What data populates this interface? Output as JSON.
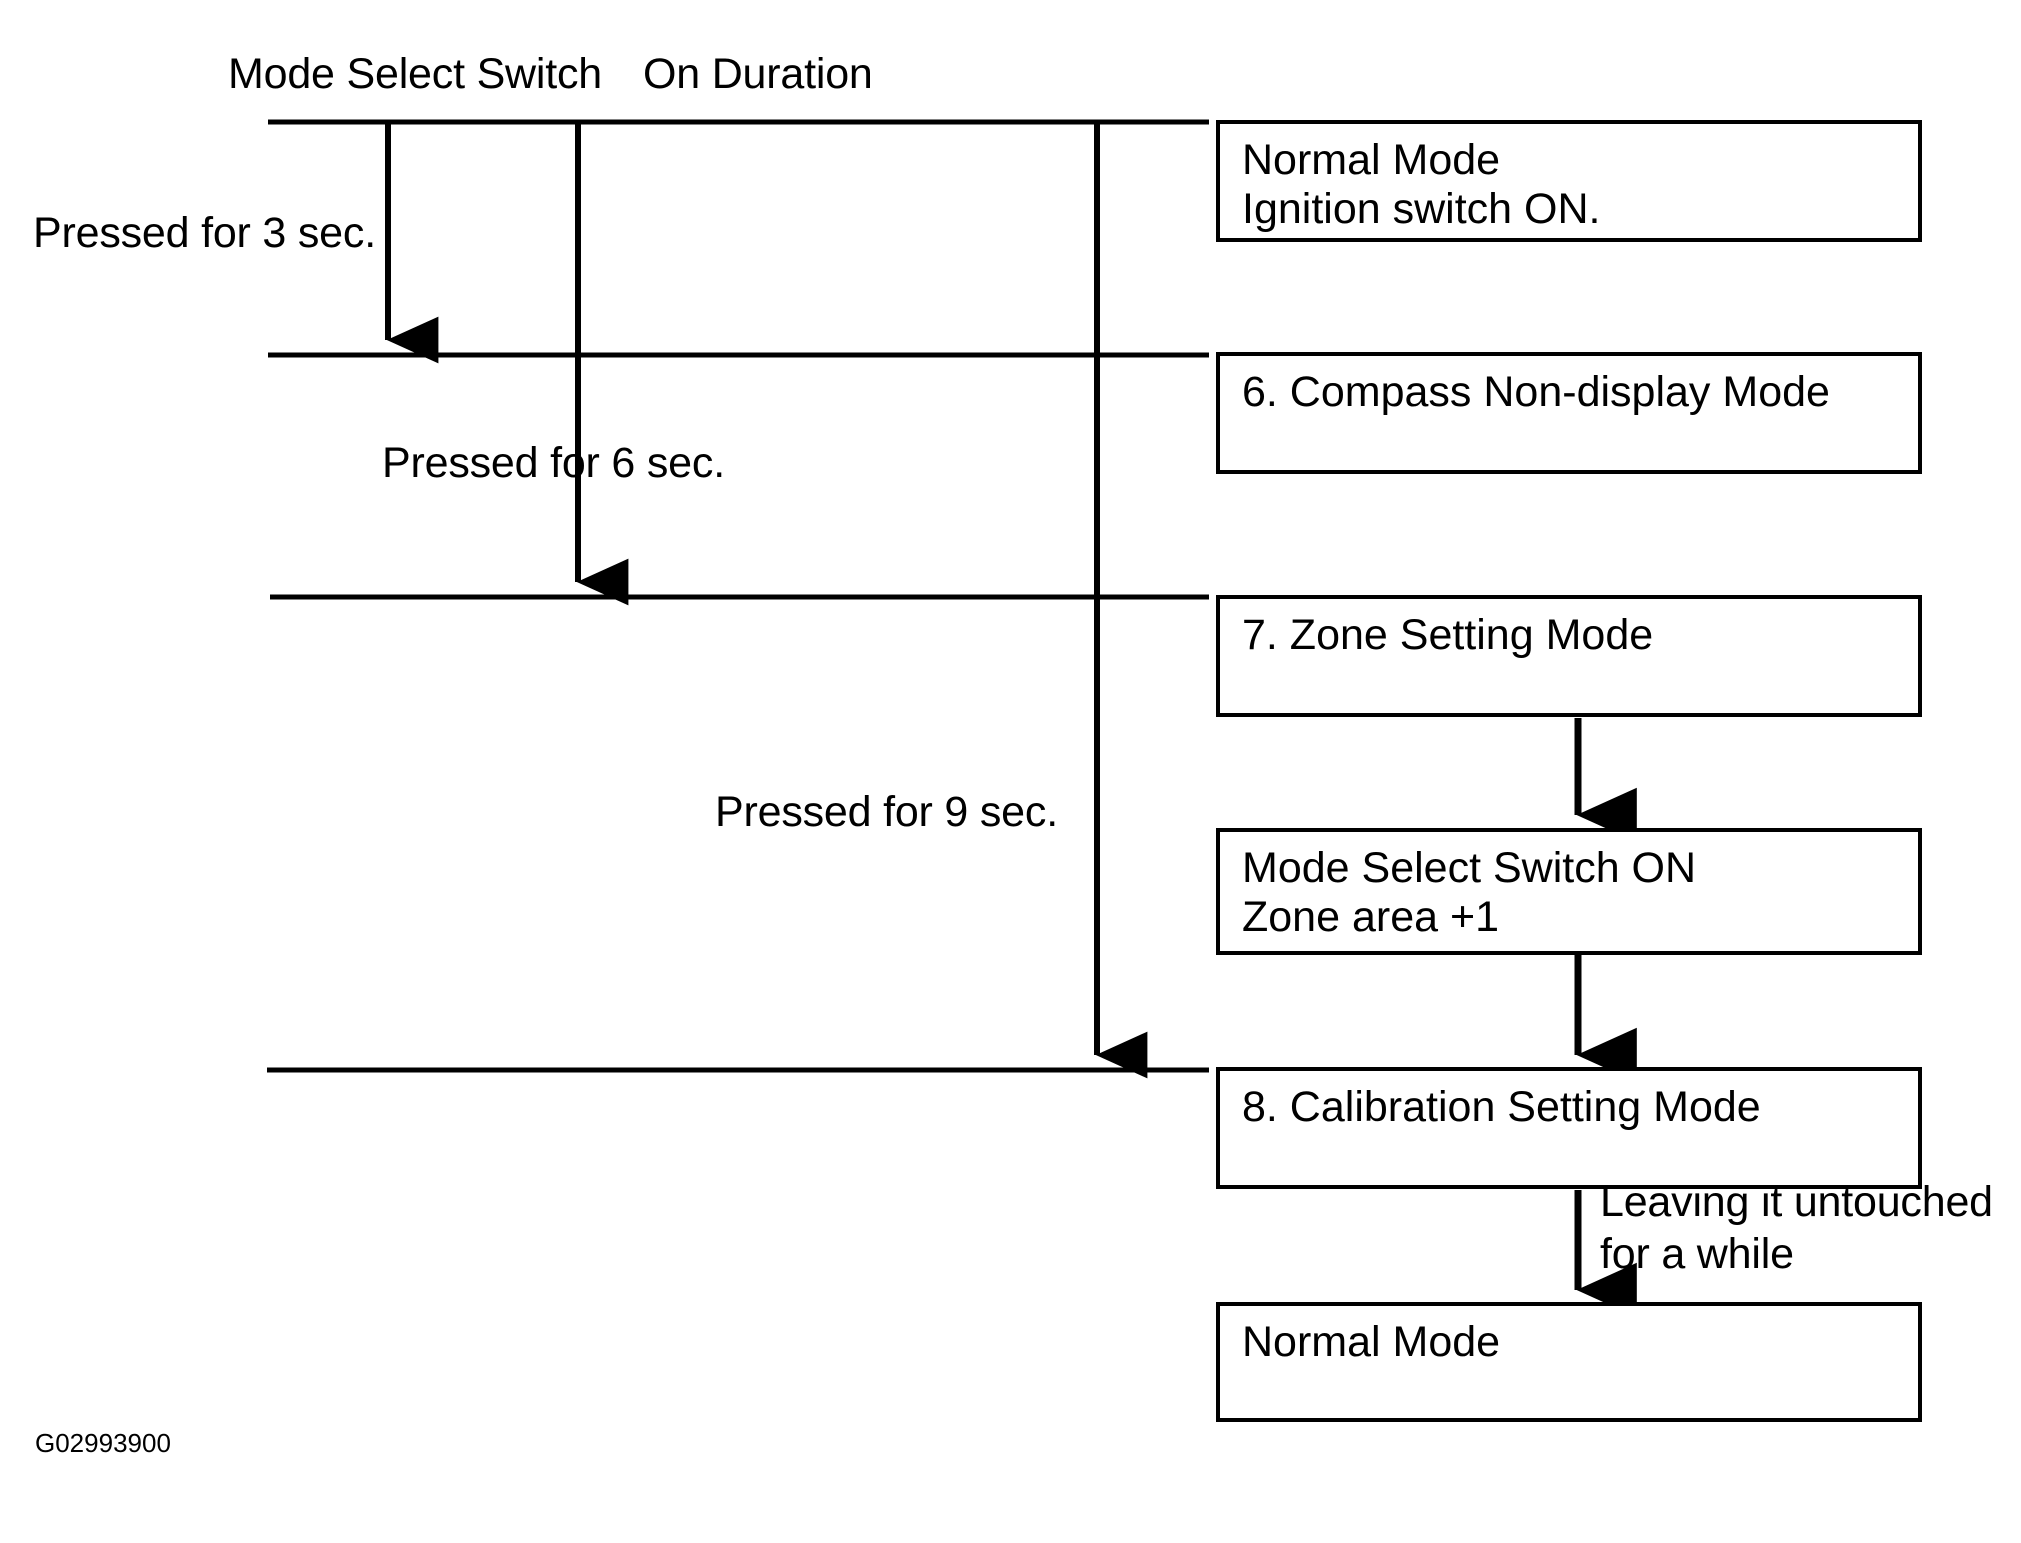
{
  "diagram": {
    "title_labels": [
      {
        "name": "mode-select-switch",
        "text": "Mode Select Switch"
      },
      {
        "name": "on-duration",
        "text": "On Duration"
      }
    ],
    "duration_labels": [
      {
        "name": "pressed-3-sec",
        "text": "Pressed for 3 sec."
      },
      {
        "name": "pressed-6-sec",
        "text": "Pressed for 6 sec."
      },
      {
        "name": "pressed-9-sec",
        "text": "Pressed for 9 sec."
      }
    ],
    "transition_label": {
      "line1": "Leaving it untouched",
      "line2": "for a while"
    },
    "boxes": [
      {
        "name": "normal-mode-ignition",
        "line1": "Normal Mode",
        "line2": "Ignition switch ON."
      },
      {
        "name": "compass-non-display-mode",
        "line1": "6. Compass Non-display Mode",
        "line2": ""
      },
      {
        "name": "zone-setting-mode",
        "line1": "7. Zone Setting Mode",
        "line2": ""
      },
      {
        "name": "mode-select-switch-on",
        "line1": "Mode Select Switch ON",
        "line2": "Zone area +1"
      },
      {
        "name": "calibration-setting-mode",
        "line1": "8. Calibration Setting Mode",
        "line2": ""
      },
      {
        "name": "normal-mode-final",
        "line1": "Normal Mode",
        "line2": ""
      }
    ],
    "footer_code": "G02993900",
    "colors": {
      "stroke": "#000000",
      "background": "#ffffff"
    }
  }
}
